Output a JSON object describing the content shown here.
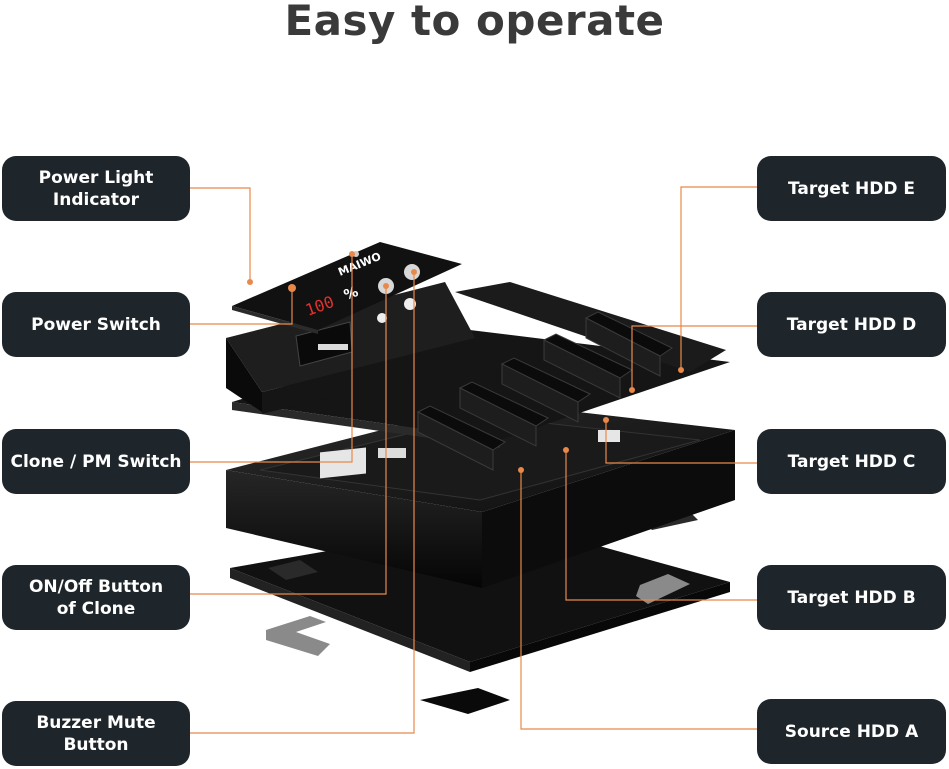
{
  "title": "Easy to operate",
  "left_labels": [
    {
      "line1": "Power Light",
      "line2": "Indicator"
    },
    {
      "line1": "Power Switch",
      "line2": ""
    },
    {
      "line1": "Clone / PM Switch",
      "line2": ""
    },
    {
      "line1": "ON/Off Button",
      "line2": "of Clone"
    },
    {
      "line1": "Buzzer Mute",
      "line2": "Button"
    }
  ],
  "right_labels": [
    {
      "text": "Target HDD E"
    },
    {
      "text": "Target HDD D"
    },
    {
      "text": "Target HDD C"
    },
    {
      "text": "Target HDD B"
    },
    {
      "text": "Source HDD A"
    }
  ],
  "device": {
    "brand": "MAIWO",
    "display": "100",
    "percent_sign": "%"
  },
  "colors": {
    "label_bg": "#1f262b",
    "leader_line": "#e8894a",
    "device_body": "#141414"
  }
}
